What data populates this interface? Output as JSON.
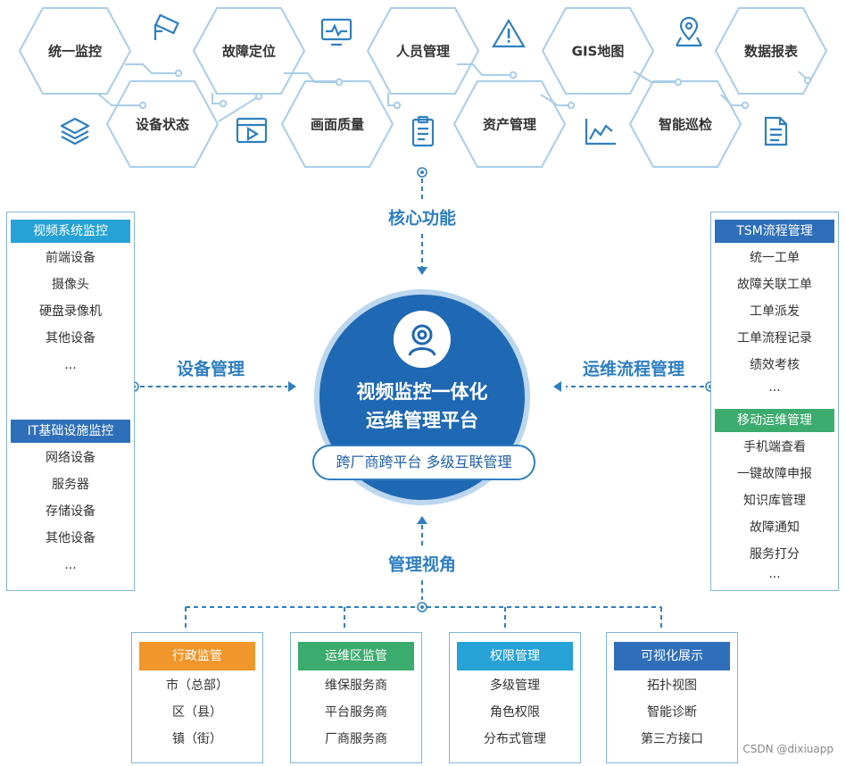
{
  "core_functions": {
    "hexes": [
      {
        "label": "统一监控"
      },
      {
        "label": "故障定位"
      },
      {
        "label": "人员管理"
      },
      {
        "label": "GIS地图"
      },
      {
        "label": "数据报表"
      },
      {
        "label": "设备状态"
      },
      {
        "label": "画面质量"
      },
      {
        "label": "资产管理"
      },
      {
        "label": "智能巡检"
      }
    ],
    "icons": [
      "camera-icon",
      "monitor-icon",
      "warning-icon",
      "location-pin-icon",
      "layers-icon",
      "video-player-icon",
      "clipboard-icon",
      "line-chart-icon",
      "document-icon"
    ]
  },
  "labels": {
    "core": "核心功能",
    "device_mgmt": "设备管理",
    "ops_process": "运维流程管理",
    "mgmt_view": "管理视角"
  },
  "center": {
    "icon": "webcam-user-icon",
    "title_line1": "视频监控一体化",
    "title_line2": "运维管理平台",
    "subtitle": "跨厂商跨平台 多级互联管理"
  },
  "left_panel": {
    "group1": {
      "title": "视频系统监控",
      "items": [
        "前端设备",
        "摄像头",
        "硬盘录像机",
        "其他设备",
        "..."
      ]
    },
    "group2": {
      "title": "IT基础设施监控",
      "items": [
        "网络设备",
        "服务器",
        "存储设备",
        "其他设备",
        "..."
      ]
    }
  },
  "right_panel": {
    "group1": {
      "title": "TSM流程管理",
      "items": [
        "统一工单",
        "故障关联工单",
        "工单派发",
        "工单流程记录",
        "绩效考核",
        "..."
      ]
    },
    "group2": {
      "title": "移动运维管理",
      "items": [
        "手机端查看",
        "一键故障申报",
        "知识库管理",
        "故障通知",
        "服务打分",
        "..."
      ]
    }
  },
  "bottom_boxes": [
    {
      "title": "行政监管",
      "color": "#f0962b",
      "items": [
        "市（总部）",
        "区（县）",
        "镇（街）"
      ]
    },
    {
      "title": "运维区监管",
      "color": "#3bab6e",
      "items": [
        "维保服务商",
        "平台服务商",
        "厂商服务商"
      ]
    },
    {
      "title": "权限管理",
      "color": "#27a2d6",
      "items": [
        "多级管理",
        "角色权限",
        "分布式管理"
      ]
    },
    {
      "title": "可视化展示",
      "color": "#2f6fb9",
      "items": [
        "拓扑视图",
        "智能诊断",
        "第三方接口"
      ]
    }
  ],
  "colors": {
    "primary": "#2f7fc0",
    "dark_blue": "#1f5fa8",
    "hex_border": "#a9cde9",
    "left_head": "#27a2d6",
    "right_head1": "#2f6fb9",
    "right_head2": "#3bab6e"
  },
  "watermark": "CSDN @dixiuapp"
}
